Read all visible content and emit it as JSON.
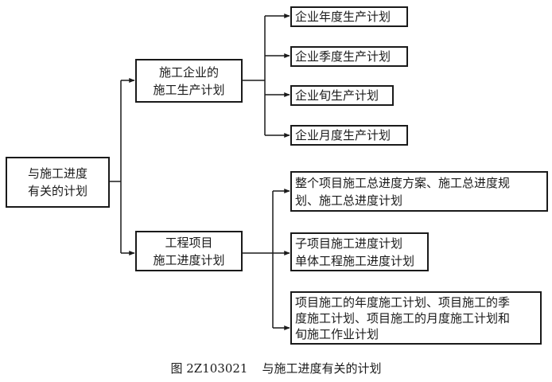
{
  "diagram": {
    "root": {
      "lines": [
        "与施工进度",
        "有关的计划"
      ]
    },
    "branches": [
      {
        "lines": [
          "施工企业的",
          "施工生产计划"
        ],
        "children": [
          {
            "text": "企业年度生产计划"
          },
          {
            "text": "企业季度生产计划"
          },
          {
            "text": "企业旬生产计划"
          },
          {
            "text": "企业月度生产计划"
          }
        ]
      },
      {
        "lines": [
          "工程项目",
          "施工进度计划"
        ],
        "children": [
          {
            "lines": [
              "整个项目施工总进度方案、施工总进度规",
              "划、施工总进度计划"
            ]
          },
          {
            "lines": [
              "子项目施工进度计划",
              "单体工程施工进度计划"
            ]
          },
          {
            "lines": [
              "项目施工的年度施工计划、项目施工的季",
              "度施工计划、项目施工的月度施工计划和",
              "旬施工作业计划"
            ]
          }
        ]
      }
    ]
  },
  "caption": {
    "figure_number": "图 2Z103021",
    "title": "与施工进度有关的计划"
  }
}
